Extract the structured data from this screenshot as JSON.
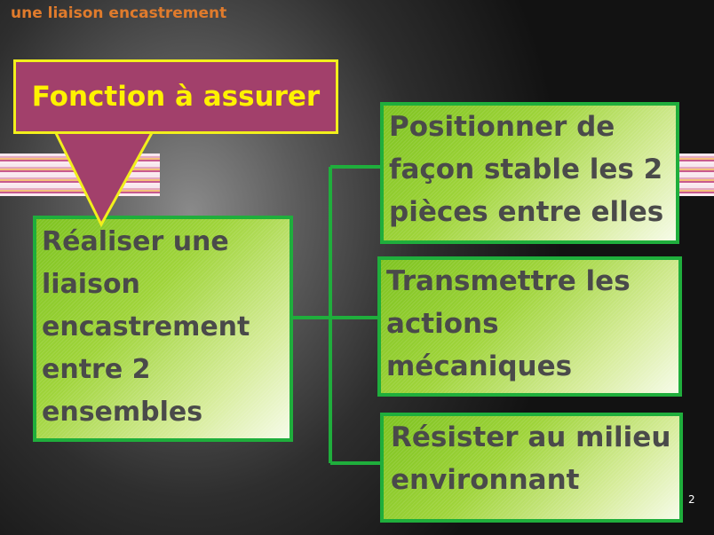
{
  "slide": {
    "header_title": "une liaison encastrement",
    "callout_label": "Fonction à assurer",
    "main_function": [
      "Réaliser une",
      "liaison",
      "encastrement",
      "entre 2",
      "ensembles"
    ],
    "sub_functions": [
      [
        "Positionner de",
        "façon stable les 2",
        "pièces entre elles"
      ],
      [
        "Transmettre les",
        "actions",
        "mécaniques"
      ],
      [
        "Résister au milieu",
        "environnant"
      ]
    ],
    "page_number": "2"
  },
  "colors": {
    "box_border": "#1fae3c",
    "box_fill": "#9fd43a",
    "box_text": "#4a4a4a",
    "callout_fill": "#a2406b",
    "callout_text": "#fff200",
    "header_text": "#e07b2c"
  }
}
